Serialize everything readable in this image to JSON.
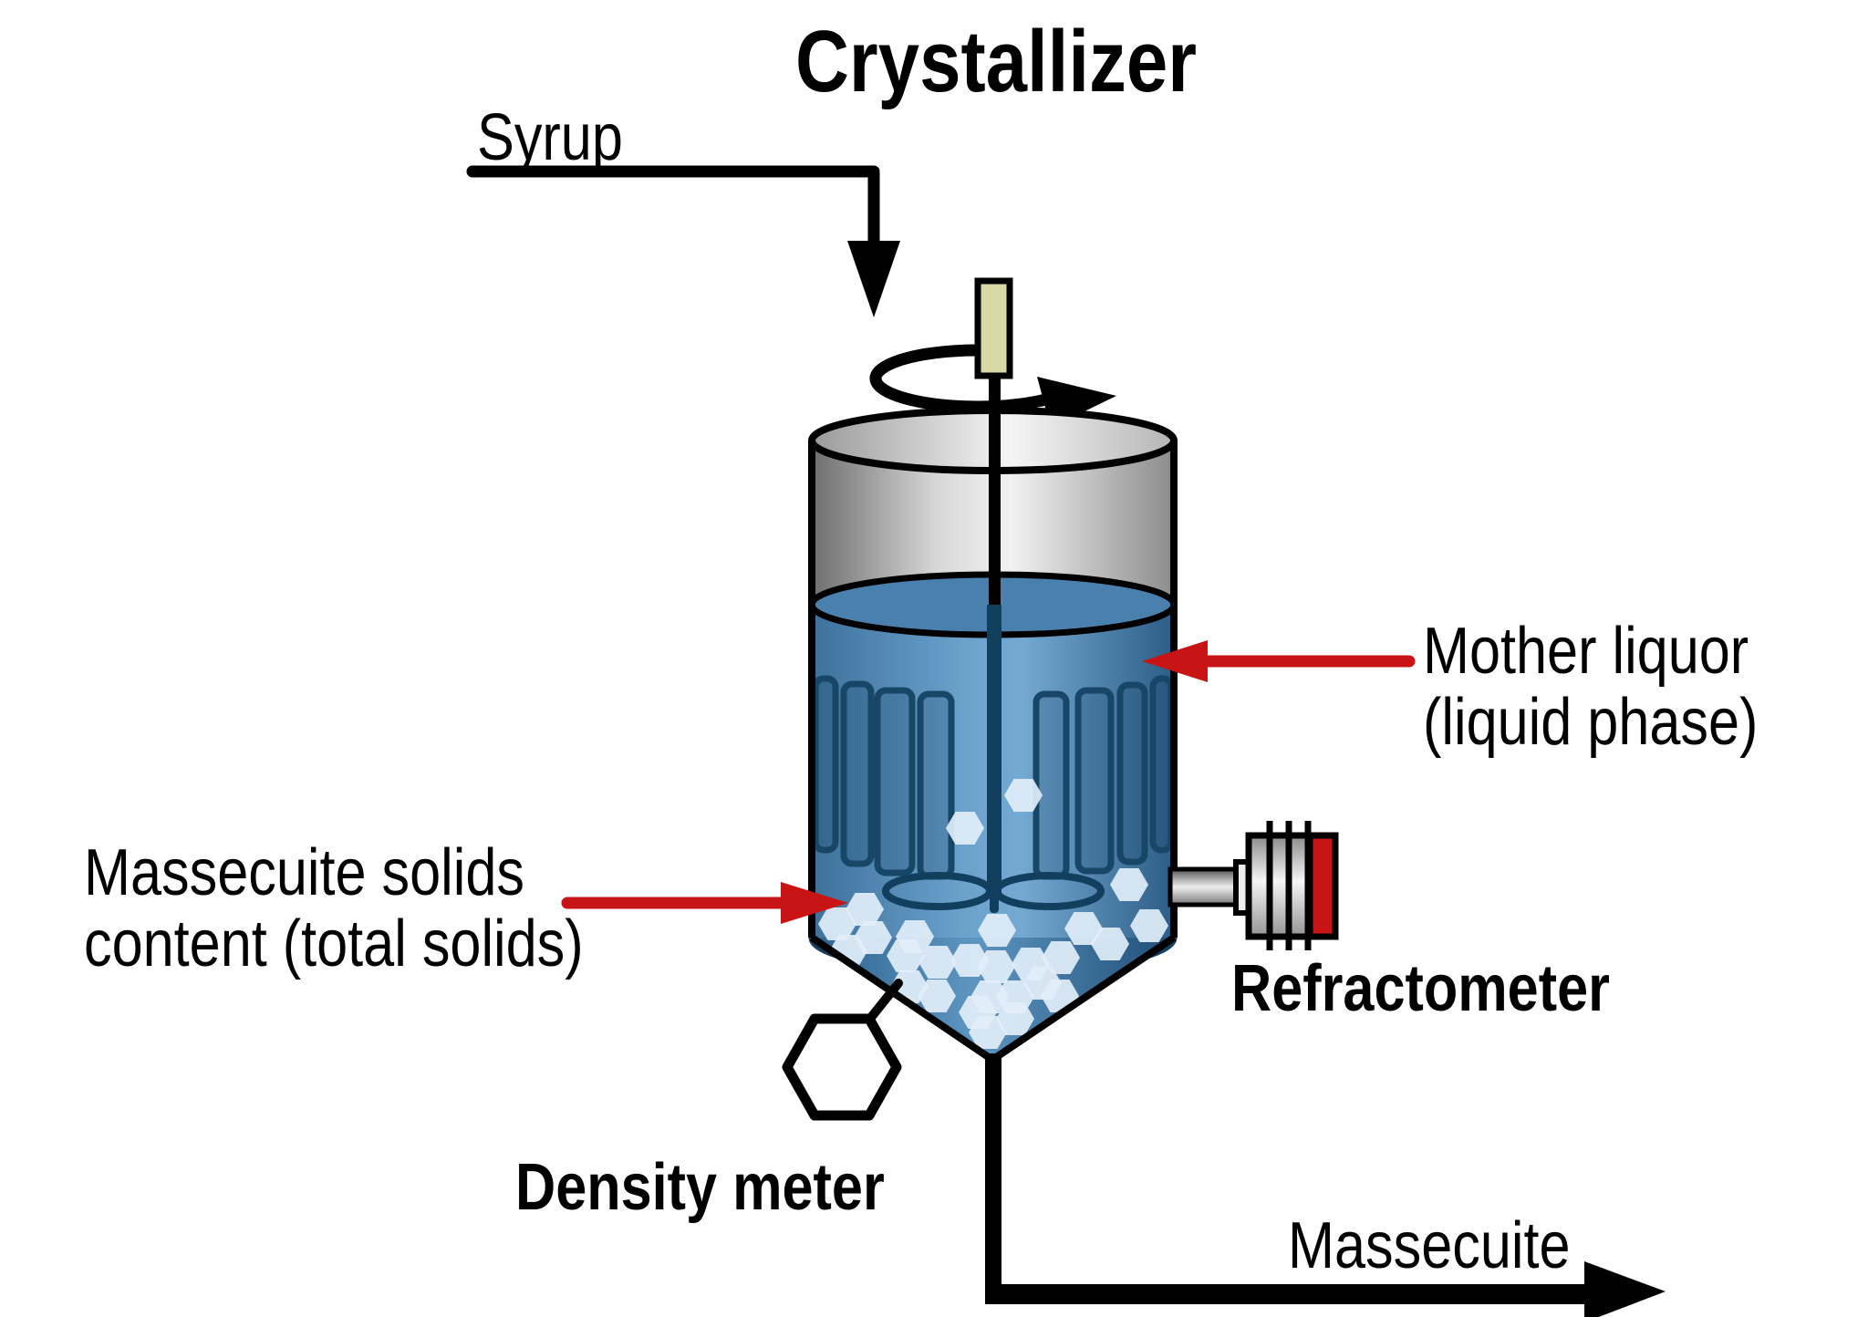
{
  "title": "Crystallizer",
  "stream_labels": {
    "inlet": "Syrup",
    "outlet": "Massecuite"
  },
  "annotations": {
    "mother_liquor": {
      "line1": "Mother liquor",
      "line2": "(liquid phase)"
    },
    "massecuite_solids": {
      "line1": "Massecuite solids",
      "line2": "content (total solids)"
    }
  },
  "instruments": {
    "refractometer": "Refractometer",
    "density_meter": "Density meter"
  },
  "colors": {
    "annotation_red": "#c81414",
    "refractometer_cap_red": "#c81414",
    "liquid_blue_mid": "#6ba2cc",
    "liquid_blue_dark": "#2c5d86",
    "navy_outline": "#174667",
    "crystal_white": "#e2eef9",
    "motor_beige": "#d9d9a8",
    "vessel_gray": "#c9c9c9",
    "outline_black": "#000000"
  }
}
